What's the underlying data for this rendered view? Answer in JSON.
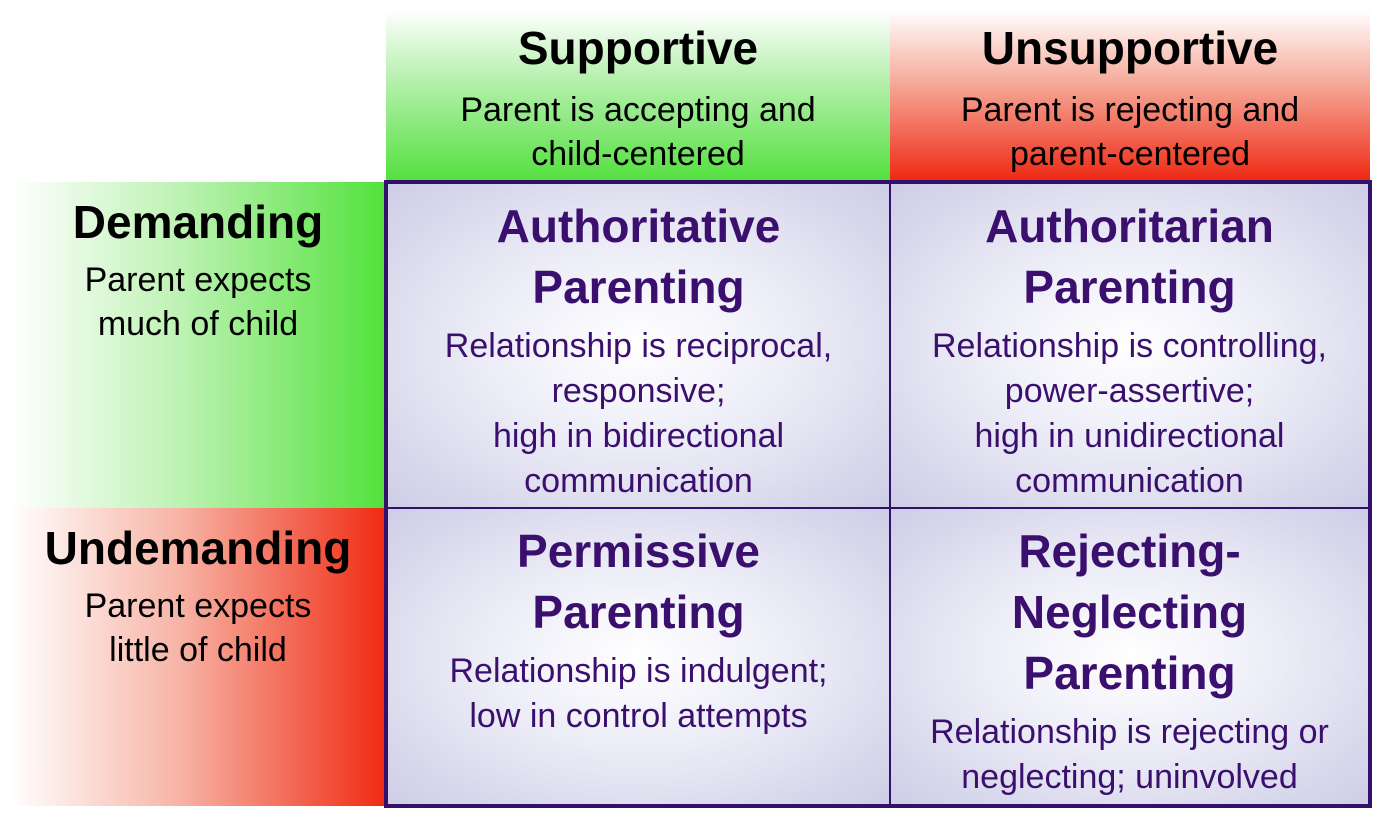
{
  "columns": [
    {
      "title": "Supportive",
      "desc": [
        "Parent is accepting and",
        "child-centered"
      ],
      "color": "#55e040"
    },
    {
      "title": "Unsupportive",
      "desc": [
        "Parent is rejecting and",
        "parent-centered"
      ],
      "color": "#ee2a14"
    }
  ],
  "rows": [
    {
      "title": "Demanding",
      "desc": [
        "Parent expects",
        "much of child"
      ],
      "color": "#52e23c"
    },
    {
      "title": "Undemanding",
      "desc": [
        "Parent expects",
        "little of child"
      ],
      "color": "#f02a12"
    }
  ],
  "cells": {
    "authoritative": {
      "title": [
        "Authoritative",
        "Parenting"
      ],
      "desc": [
        "Relationship is reciprocal,",
        "responsive;",
        "high in bidirectional",
        "communication"
      ]
    },
    "authoritarian": {
      "title": [
        "Authoritarian",
        "Parenting"
      ],
      "desc": [
        "Relationship is controlling,",
        "power-assertive;",
        "high in unidirectional",
        "communication"
      ]
    },
    "permissive": {
      "title": [
        "Permissive",
        "Parenting"
      ],
      "desc": [
        "Relationship is indulgent;",
        "low in control attempts"
      ]
    },
    "rejecting_neglecting": {
      "title": [
        "Rejecting-",
        "Neglecting",
        "Parenting"
      ],
      "desc": [
        "Relationship is rejecting or",
        "neglecting; uninvolved"
      ]
    }
  },
  "colors": {
    "grid_border": "#33106a",
    "cell_text": "#3a0f6e"
  }
}
